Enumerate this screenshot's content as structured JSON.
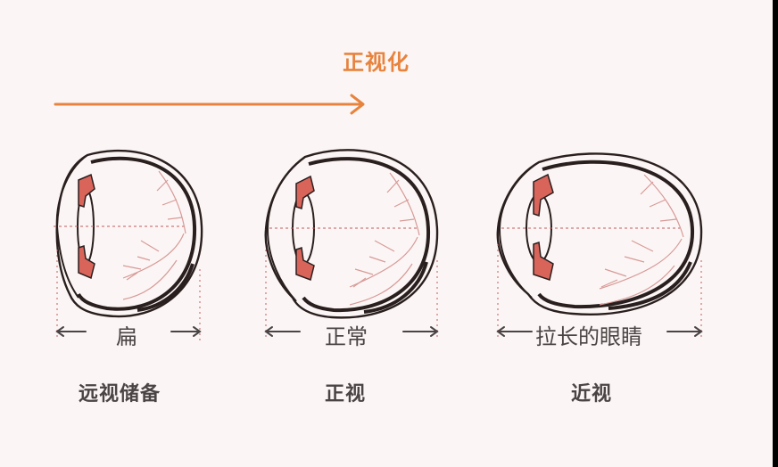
{
  "diagram": {
    "title": "正视化",
    "colors": {
      "background": "#fbf6f5",
      "accent_arrow": "#e8833e",
      "outline": "#2a1f1f",
      "iris": "#d9645a",
      "vessels": "#d89a98",
      "text": "#4a4444"
    },
    "stages": [
      {
        "measure_label": "扁",
        "name": "远视储备"
      },
      {
        "measure_label": "正常",
        "name": "正视"
      },
      {
        "measure_label": "拉长的眼睛",
        "name": "近视"
      }
    ]
  }
}
